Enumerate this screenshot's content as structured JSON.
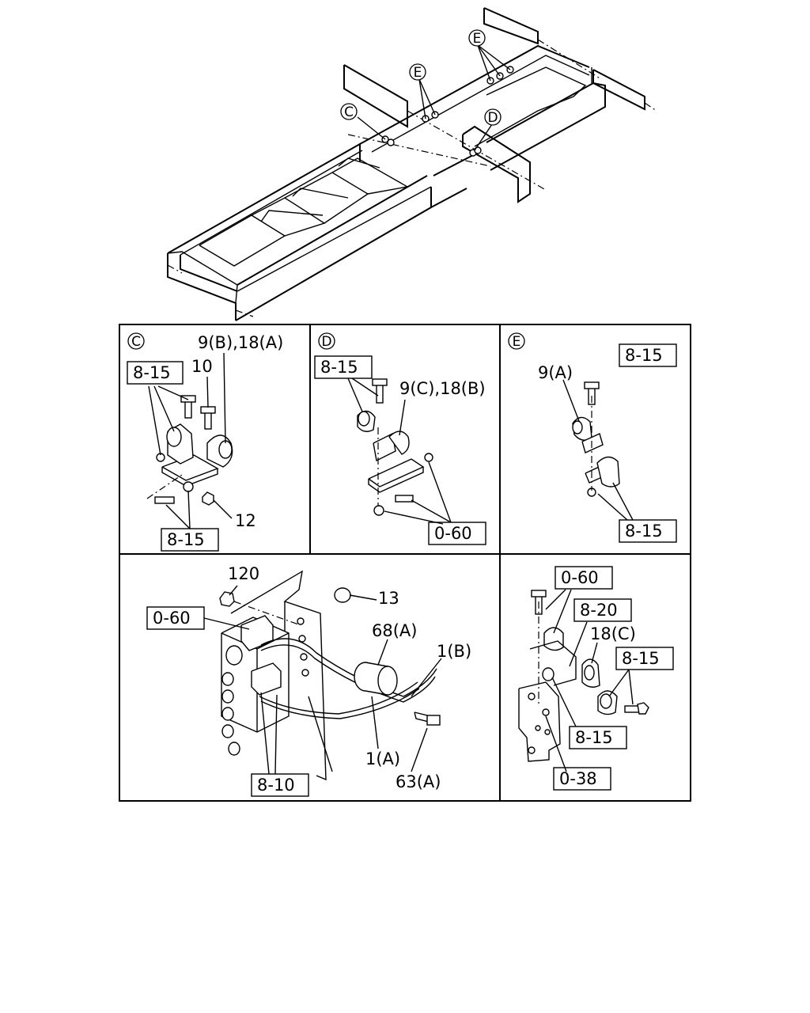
{
  "top": {
    "markers": [
      {
        "id": "C",
        "label": "C"
      },
      {
        "id": "D",
        "label": "D"
      },
      {
        "id": "E1",
        "label": "E"
      },
      {
        "id": "E2",
        "label": "E"
      }
    ]
  },
  "panels": {
    "c": {
      "marker": "C",
      "labels": {
        "part_9b_18a": "9(B),18(A)",
        "part_10": "10",
        "part_12": "12"
      },
      "boxes": {
        "ref_top": "8-15",
        "ref_bottom": "8-15"
      }
    },
    "d": {
      "marker": "D",
      "labels": {
        "part_9c_18b": "9(C),18(B)"
      },
      "boxes": {
        "ref_top": "8-15",
        "ref_bottom": "0-60"
      }
    },
    "e": {
      "marker": "E",
      "labels": {
        "part_9a": "9(A)"
      },
      "boxes": {
        "ref_top": "8-15",
        "ref_bottom": "8-15"
      }
    },
    "valve": {
      "labels": {
        "part_120": "120",
        "part_13": "13",
        "part_68a": "68(A)",
        "part_1b": "1(B)",
        "part_1a": "1(A)",
        "part_63a": "63(A)"
      },
      "boxes": {
        "ref_left": "0-60",
        "ref_bottom": "8-10"
      }
    },
    "bracket": {
      "labels": {
        "part_18c": "18(C)"
      },
      "boxes": {
        "ref_top": "0-60",
        "ref_820": "8-20",
        "ref_815_right": "8-15",
        "ref_815_bottom": "8-15",
        "ref_038": "0-38"
      }
    }
  }
}
